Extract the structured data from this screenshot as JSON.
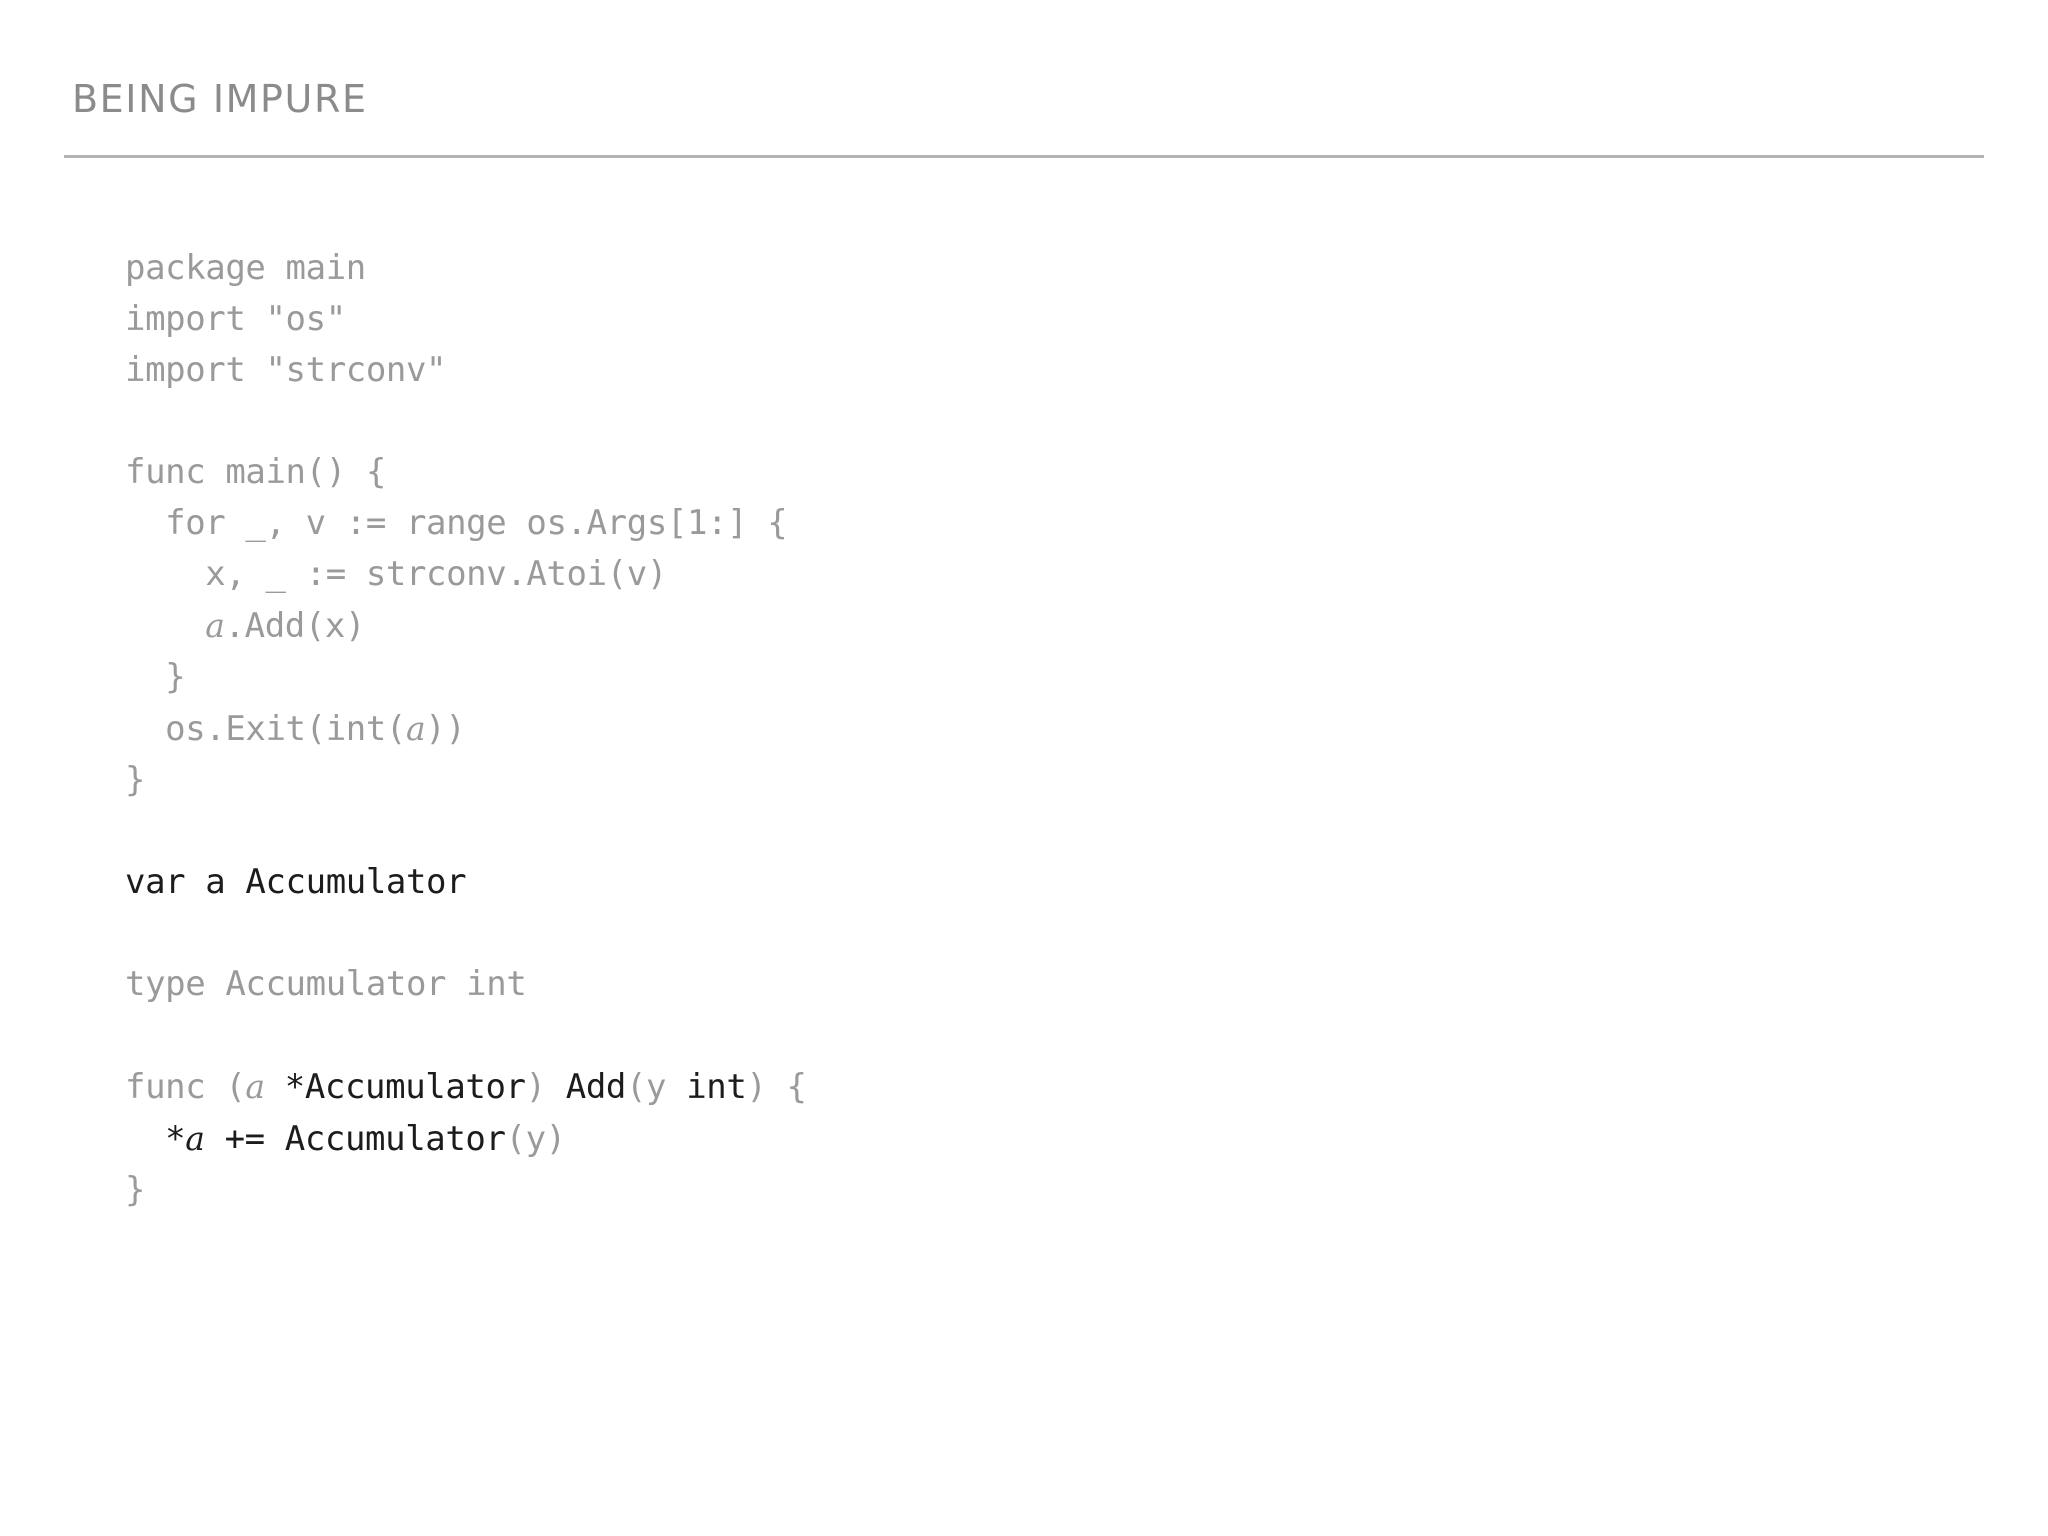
{
  "slide": {
    "title": "BEING IMPURE",
    "accent_rule_color": "#b3b3b3",
    "background_color": "#ffffff",
    "code_dim_color": "#9a9a9a",
    "code_highlight_color": "#1c1c1c"
  },
  "code": {
    "language": "go",
    "lines": [
      {
        "id": "l1",
        "text": "package main"
      },
      {
        "id": "l2",
        "text": "import \"os\""
      },
      {
        "id": "l3",
        "text": "import \"strconv\""
      },
      {
        "id": "l4",
        "text": ""
      },
      {
        "id": "l5",
        "text": "func main() {"
      },
      {
        "id": "l6",
        "text": "  for _, v := range os.Args[1:] {"
      },
      {
        "id": "l7a",
        "text": "    x, _ := strconv.Atoi(v)"
      },
      {
        "id": "l8a",
        "text": "    "
      },
      {
        "id": "l8b",
        "text": "a"
      },
      {
        "id": "l8c",
        "text": ".Add(x)"
      },
      {
        "id": "l9",
        "text": "  }"
      },
      {
        "id": "l10a",
        "text": "  os.Exit(int("
      },
      {
        "id": "l10b",
        "text": "a"
      },
      {
        "id": "l10c",
        "text": "))"
      },
      {
        "id": "l11",
        "text": "}"
      },
      {
        "id": "l12",
        "text": ""
      },
      {
        "id": "l13",
        "text": "var a Accumulator"
      },
      {
        "id": "l14",
        "text": ""
      },
      {
        "id": "l15",
        "text": "type Accumulator int"
      },
      {
        "id": "l16",
        "text": ""
      },
      {
        "id": "l17a",
        "text": "func ("
      },
      {
        "id": "l17b",
        "text": "a"
      },
      {
        "id": "l17c",
        "text": " "
      },
      {
        "id": "l17d",
        "text": "*Accumulator"
      },
      {
        "id": "l17e",
        "text": ") "
      },
      {
        "id": "l17f",
        "text": "Add"
      },
      {
        "id": "l17g",
        "text": "(y "
      },
      {
        "id": "l17h",
        "text": "int"
      },
      {
        "id": "l17i",
        "text": ") {"
      },
      {
        "id": "l18a",
        "text": "  *"
      },
      {
        "id": "l18b",
        "text": "a"
      },
      {
        "id": "l18c",
        "text": " += Accumulator"
      },
      {
        "id": "l18d",
        "text": "(y)"
      },
      {
        "id": "l19",
        "text": "}"
      }
    ]
  }
}
